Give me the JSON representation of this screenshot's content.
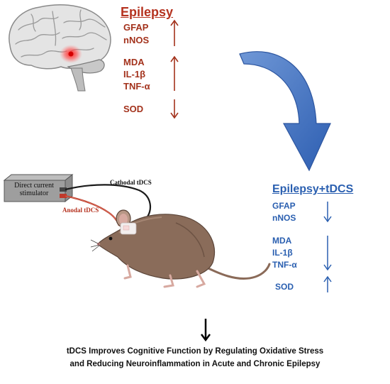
{
  "epilepsy": {
    "title": "Epilepsy",
    "markers": [
      "GFAP",
      "nNOS",
      "MDA",
      "IL-1β",
      "TNF-α",
      "SOD"
    ],
    "color": "#a3321c"
  },
  "treatment": {
    "title": "Epilepsy+tDCS",
    "markers": [
      "GFAP",
      "nNOS",
      "MDA",
      "IL-1β",
      "TNF-α",
      "SOD"
    ],
    "color": "#2a5fb0"
  },
  "stimulator": {
    "label_line1": "Direct current",
    "label_line2": "stimulator",
    "cathodal": "Cathodal tDCS",
    "anodal": "Anodal tDCS"
  },
  "conclusion": {
    "line1": "tDCS Improves Cognitive Function by Regulating Oxidative Stress",
    "line2": "and Reducing Neuroinflammation in Acute and Chronic Epilepsy"
  },
  "icons": {
    "brain": "brain-icon",
    "mouse": "mouse-icon",
    "curved_arrow": "curved-arrow-icon",
    "down_arrow": "down-arrow-icon"
  }
}
